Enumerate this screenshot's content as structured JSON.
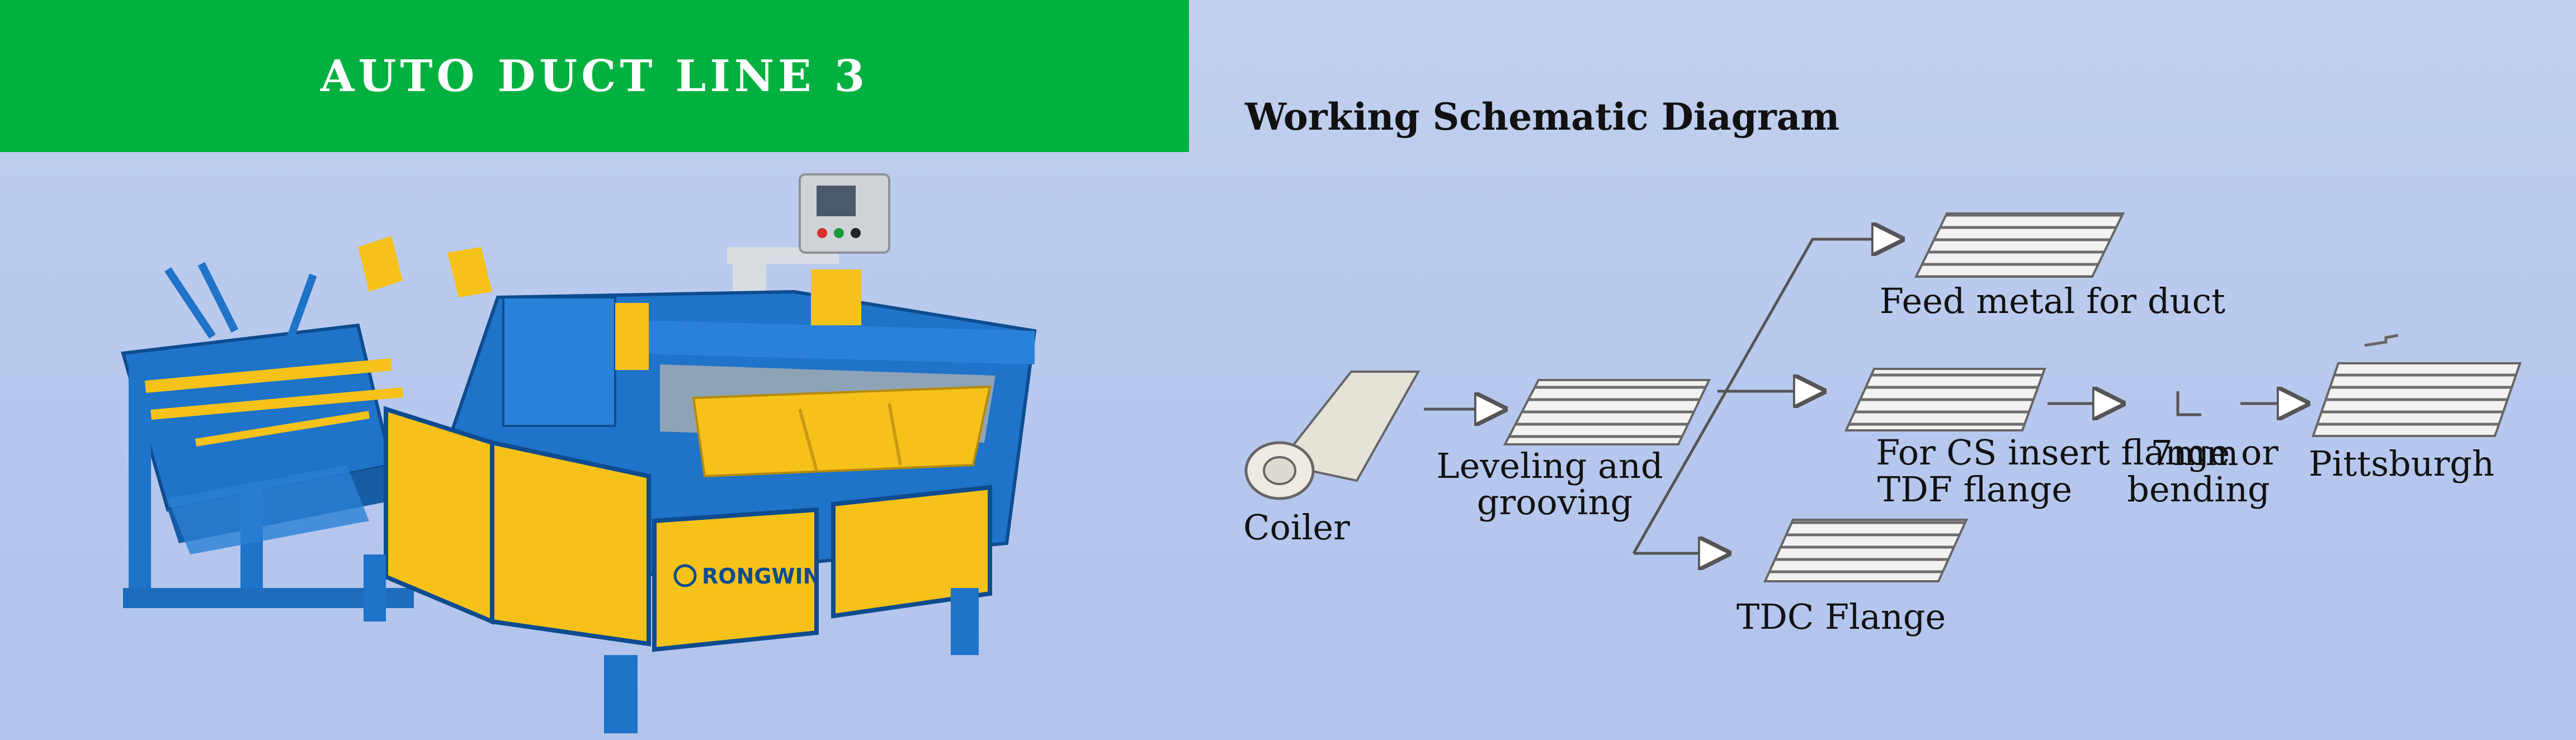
{
  "header": {
    "title": "AUTO DUCT LINE 3"
  },
  "machine": {
    "brand": "RONGWIN"
  },
  "diagram": {
    "title": "Working Schematic Diagram",
    "steps": {
      "coiler": "Coiler",
      "leveling_line1": "Leveling and",
      "leveling_line2": "grooving",
      "feed_metal": "Feed metal for duct",
      "cs_line1": "For CS insert flange or",
      "cs_line2": "TDF flange",
      "tdc": "TDC Flange",
      "bending_line1": "7mm",
      "bending_line2": "bending",
      "pittsburgh": "Pittsburgh"
    }
  },
  "colors": {
    "banner": "#00b140",
    "machine_frame": "#1f73c8",
    "machine_panel": "#f6c21a",
    "background": "#b8c8ee"
  }
}
